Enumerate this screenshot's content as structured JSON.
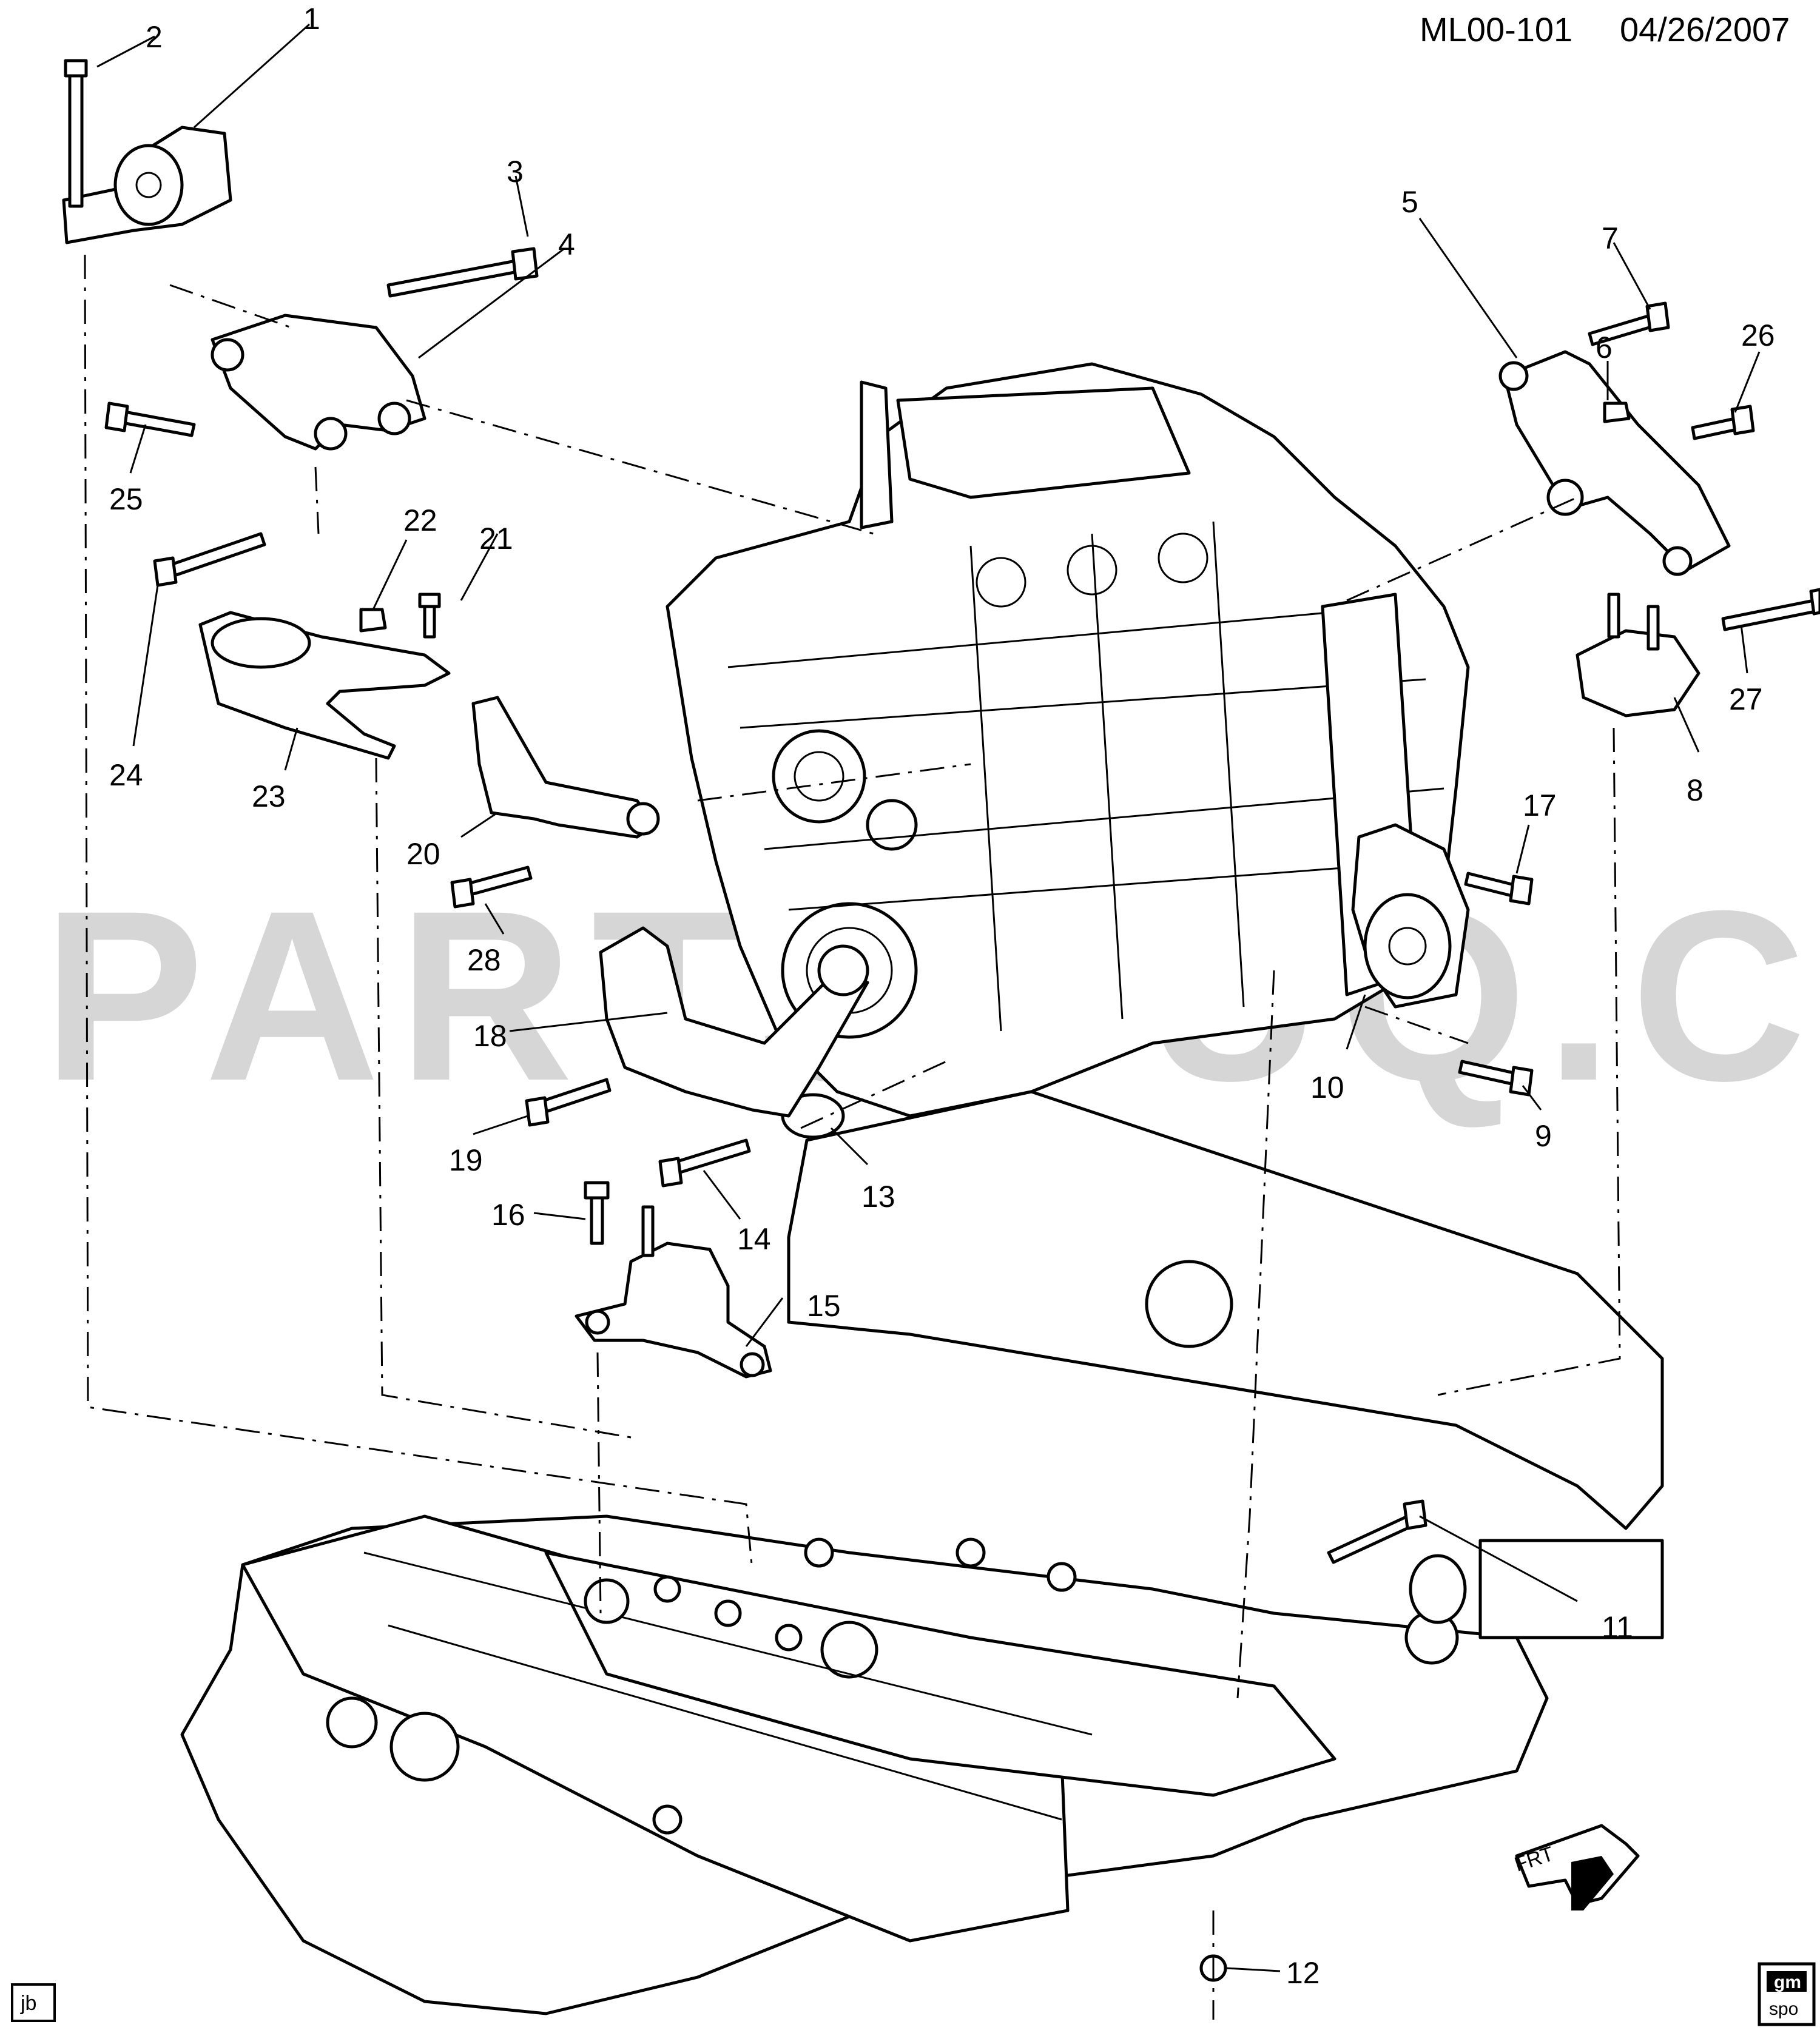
{
  "header": {
    "ref_code": "ML00-101",
    "date": "04/26/2007"
  },
  "watermark": "PARTSOUQ.COM",
  "footer": {
    "initials": "jb",
    "logo_top": "gm",
    "logo_bottom": "spo",
    "front_arrow": "FRT"
  },
  "callouts": {
    "c1": "1",
    "c2": "2",
    "c3": "3",
    "c4": "4",
    "c5": "5",
    "c6": "6",
    "c7": "7",
    "c8": "8",
    "c9": "9",
    "c10": "10",
    "c11": "11",
    "c12": "12",
    "c13": "13",
    "c14": "14",
    "c15": "15",
    "c16": "16",
    "c17": "17",
    "c18": "18",
    "c19": "19",
    "c20": "20",
    "c21": "21",
    "c22": "22",
    "c23": "23",
    "c24": "24",
    "c25": "25",
    "c26": "26",
    "c27": "27",
    "c28": "28"
  }
}
